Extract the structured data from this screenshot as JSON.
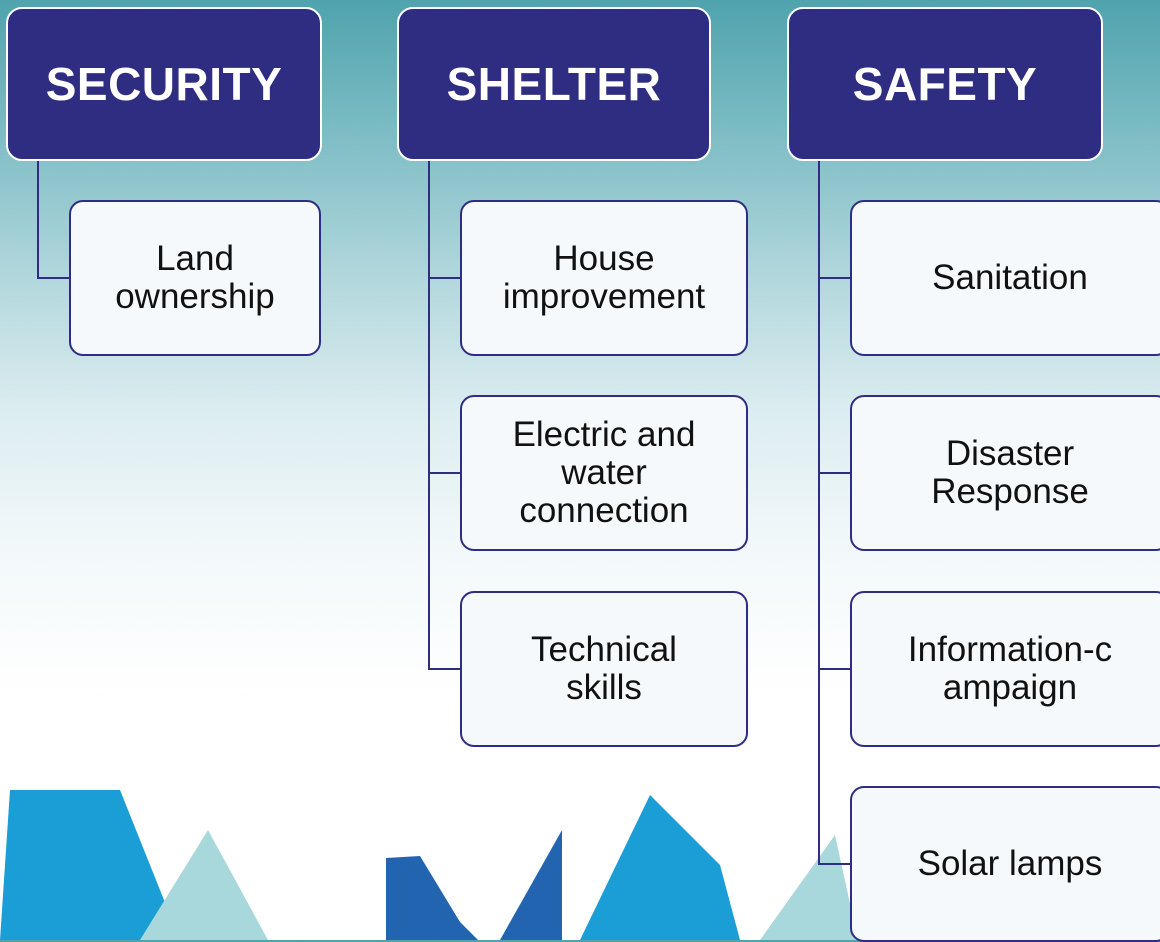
{
  "colors": {
    "header_fill": "#2e2d82",
    "connector": "#2e2d82",
    "child_fill": "#f5f9fc",
    "child_border": "#2e2d82",
    "logo_blue": "#2364b0",
    "logo_cyan": "#1b9ed6",
    "logo_teal": "#9ed3d8"
  },
  "columns": [
    {
      "title": "SECURITY",
      "items": [
        "Land ownership"
      ]
    },
    {
      "title": "SHELTER",
      "items": [
        "House improvement",
        "Electric and water connection",
        "Technical skills"
      ]
    },
    {
      "title": "SAFETY",
      "items": [
        "Sanitation",
        "Disaster Response",
        "Information-campaign",
        "Solar lamps"
      ]
    }
  ]
}
